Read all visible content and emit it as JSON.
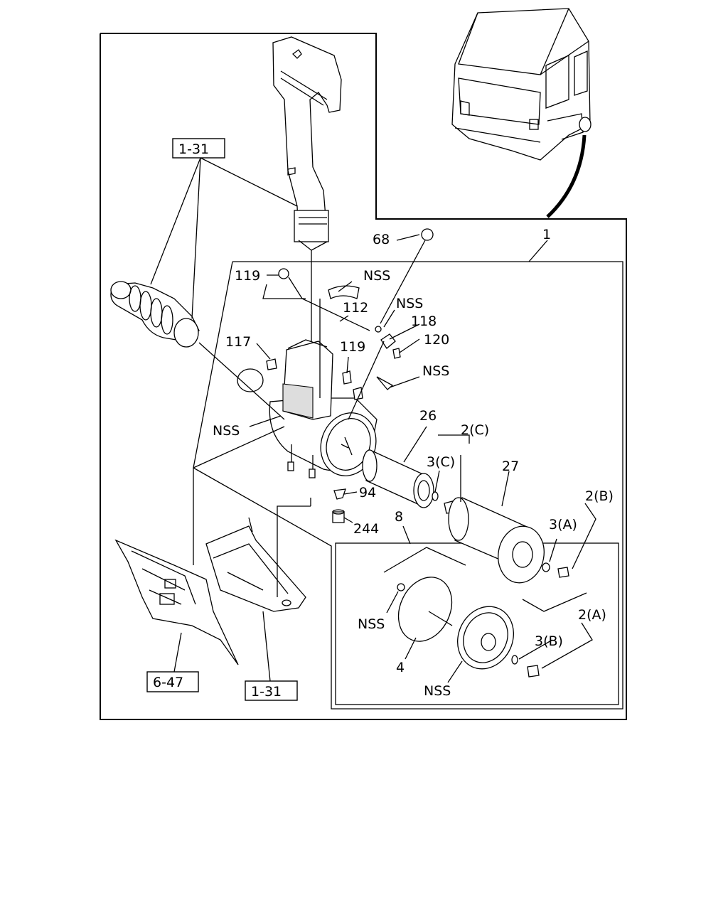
{
  "callouts": {
    "ref_1_31_top": "1-31",
    "ref_1_31_bottom": "1-31",
    "ref_6_47": "6-47",
    "p68": "68",
    "p1": "1",
    "p119a": "119",
    "nss_clip": "NSS",
    "p112": "112",
    "nss_118": "NSS",
    "p118": "118",
    "p117": "117",
    "p119b": "119",
    "p120": "120",
    "nss_band": "NSS",
    "nss_body": "NSS",
    "p26": "26",
    "p2c": "2(C)",
    "p3c": "3(C)",
    "p27": "27",
    "p2b": "2(B)",
    "p94": "94",
    "p3a": "3(A)",
    "p244": "244",
    "p8": "8",
    "nss_washer": "NSS",
    "p2a": "2(A)",
    "p3b": "3(B)",
    "p4": "4",
    "nss_cap": "NSS"
  }
}
